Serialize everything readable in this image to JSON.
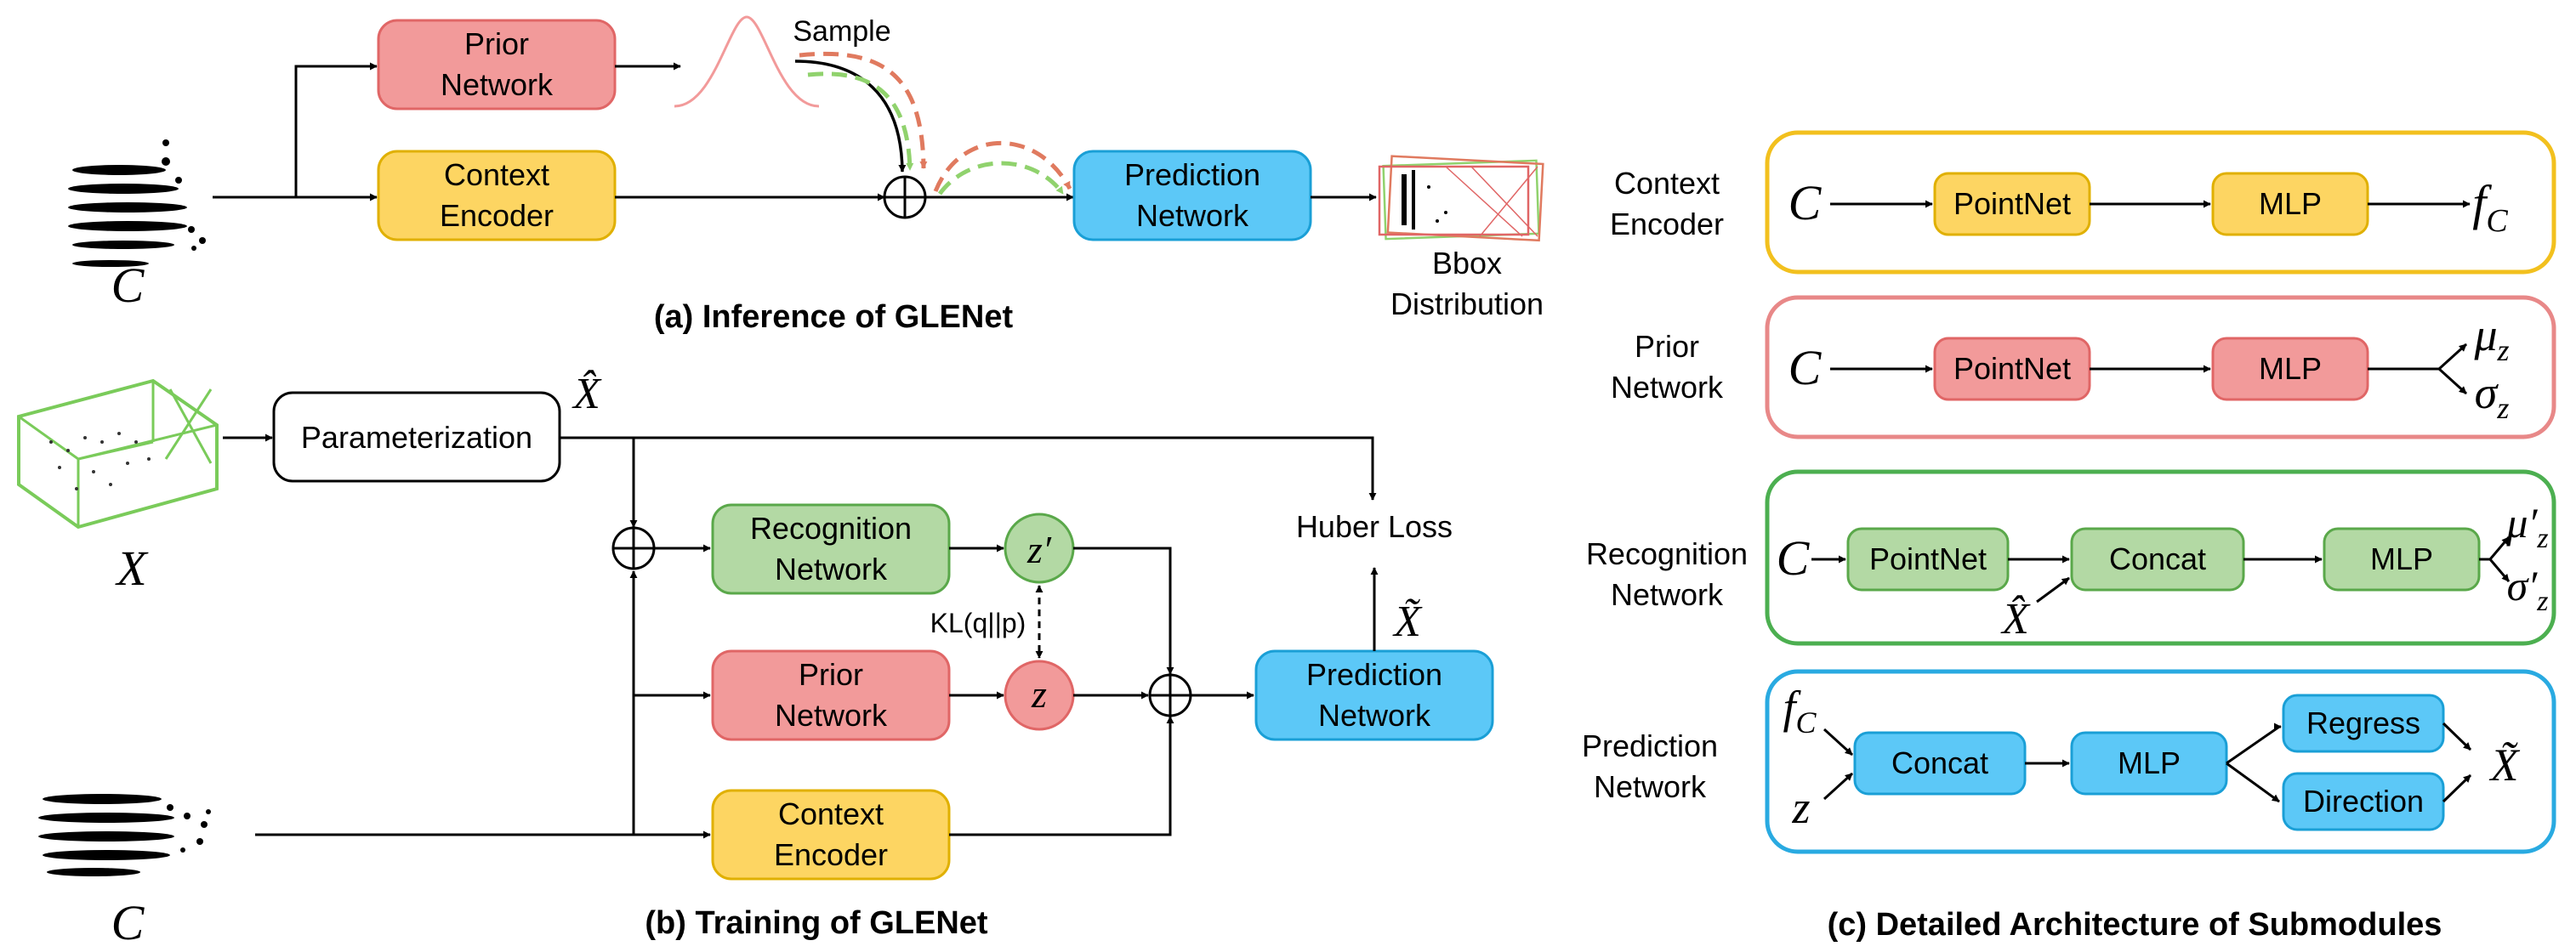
{
  "colors": {
    "red_fill": "#f29a9a",
    "red_stroke": "#e06666",
    "yellow_fill": "#fdd562",
    "yellow_stroke": "#e0b000",
    "blue_fill": "#5cc8f7",
    "blue_stroke": "#1a9fd6",
    "green_fill": "#b3d9a4",
    "green_stroke": "#5aa84a",
    "dash_red": "#e07a5f",
    "dash_green": "#90d26d",
    "panel_yellow": "#f2c01e",
    "panel_red": "#e88888",
    "panel_green": "#4caf50",
    "panel_blue": "#29aae1"
  },
  "panel_a": {
    "prior_network": [
      "Prior",
      "Network"
    ],
    "context_encoder": [
      "Context",
      "Encoder"
    ],
    "prediction_network": [
      "Prediction",
      "Network"
    ],
    "sample": "Sample",
    "input_symbol": "C",
    "output_label": [
      "Bbox",
      "Distribution"
    ],
    "caption": "(a) Inference of GLENet"
  },
  "panel_b": {
    "parameterization": "Parameterization",
    "x_hat": "X̂",
    "x_symbol": "X",
    "c_symbol": "C",
    "recognition_network": [
      "Recognition",
      "Network"
    ],
    "prior_network": [
      "Prior",
      "Network"
    ],
    "context_encoder": [
      "Context",
      "Encoder"
    ],
    "prediction_network": [
      "Prediction",
      "Network"
    ],
    "z_prime": "z′",
    "z": "z",
    "kl": "KL(q||p)",
    "huber_loss": "Huber Loss",
    "x_tilde": "X̃",
    "caption": "(b) Training of GLENet"
  },
  "panel_c": {
    "caption": "(c) Detailed Architecture of Submodules",
    "rows": {
      "context": {
        "label": [
          "Context",
          "Encoder"
        ],
        "input": "C",
        "b1": "PointNet",
        "b2": "MLP",
        "out": "f",
        "out_sub": "C"
      },
      "prior": {
        "label": [
          "Prior",
          "Network"
        ],
        "input": "C",
        "b1": "PointNet",
        "b2": "MLP",
        "out1": "μ",
        "out1_sub": "z",
        "out2": "σ",
        "out2_sub": "z"
      },
      "recognition": {
        "label": [
          "Recognition",
          "Network"
        ],
        "input": "C",
        "b1": "PointNet",
        "b2": "Concat",
        "b3": "MLP",
        "aux": "X̂",
        "out1": "μ′",
        "out1_sub": "z",
        "out2": "σ′",
        "out2_sub": "z"
      },
      "prediction": {
        "label": [
          "Prediction",
          "Network"
        ],
        "in1": "f",
        "in1_sub": "C",
        "in2": "z",
        "b1": "Concat",
        "b2": "MLP",
        "b3": "Regress",
        "b4": "Direction",
        "out": "X̃"
      }
    }
  }
}
